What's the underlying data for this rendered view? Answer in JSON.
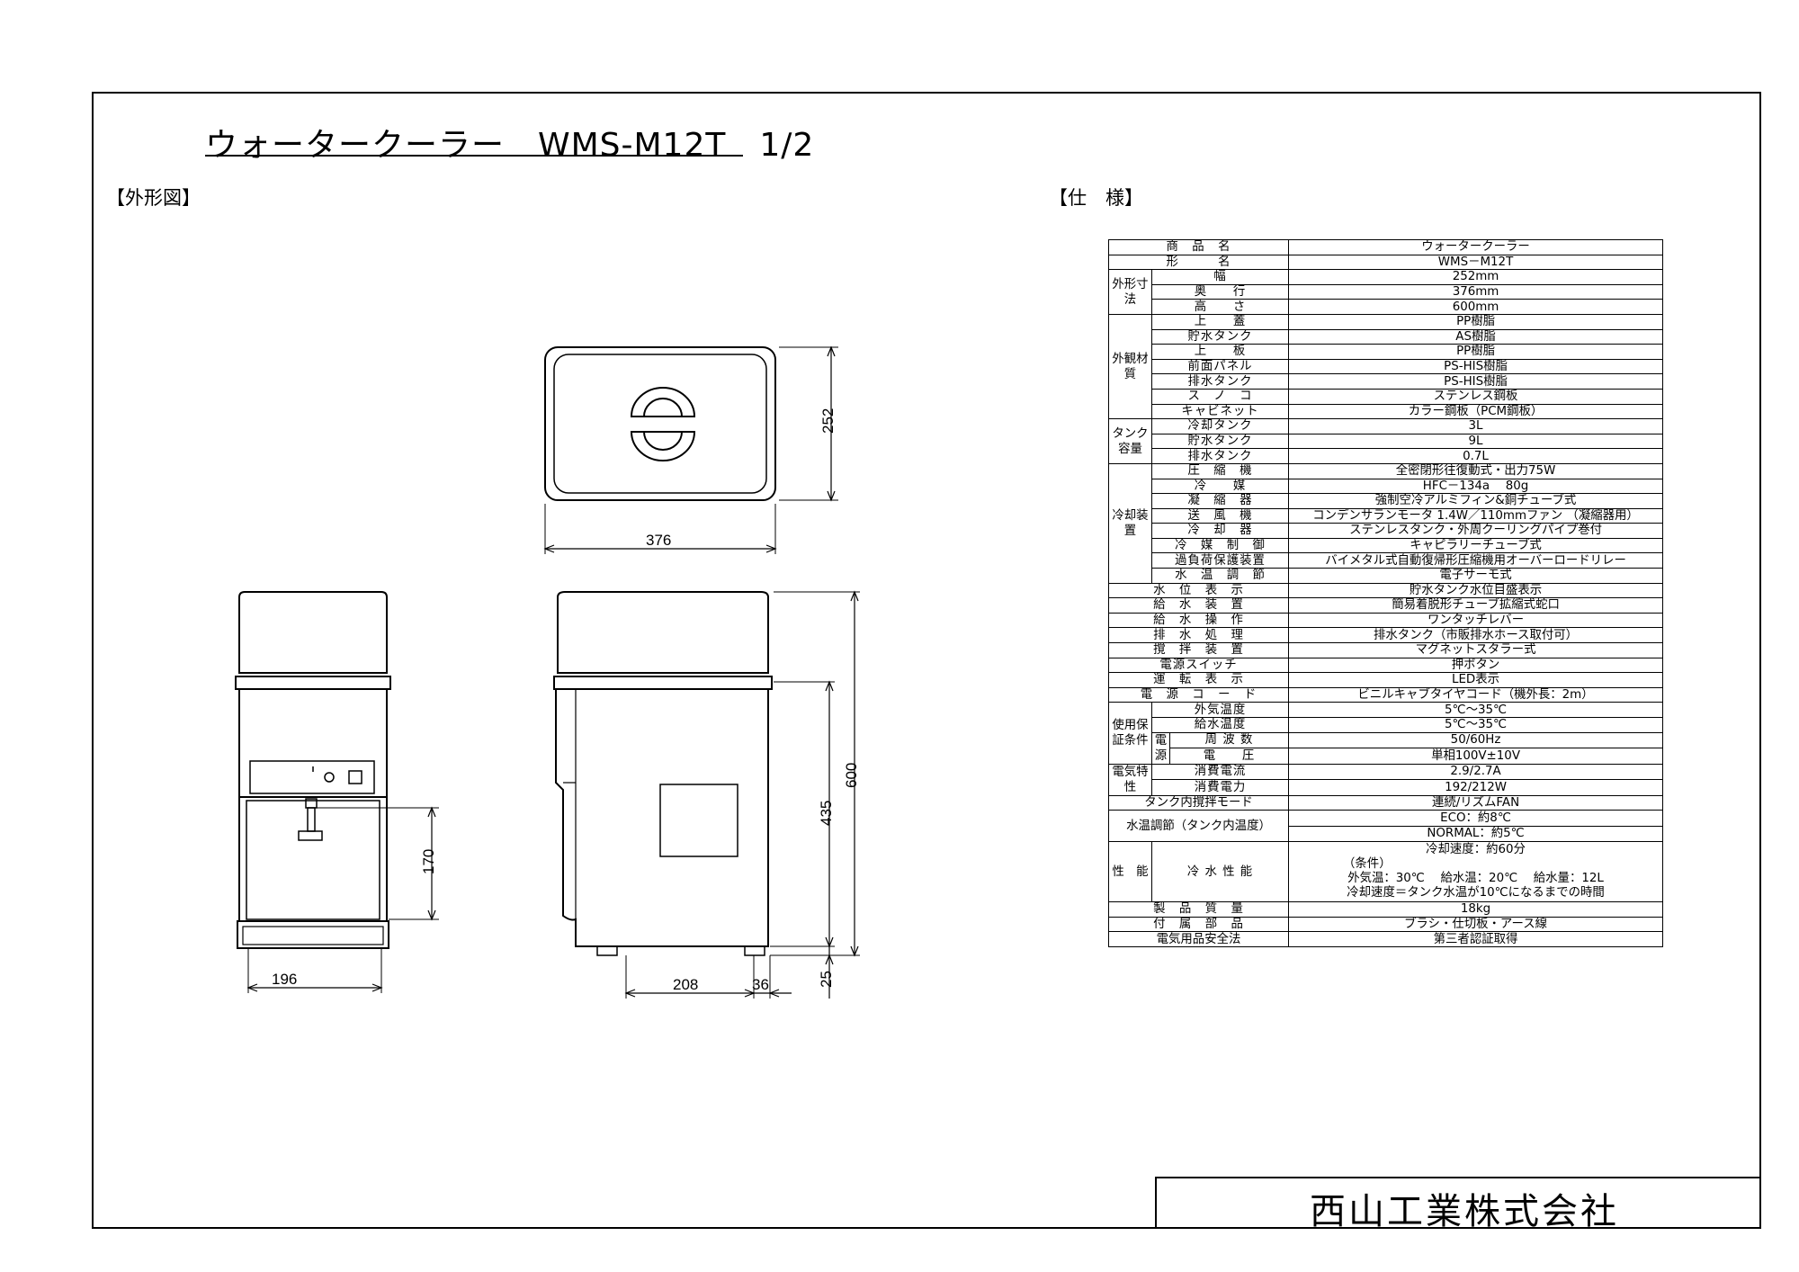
{
  "title": "ウォータークーラー　WMS-M12T　1/2",
  "sections": {
    "drawing": "【外形図】",
    "spec": "【仕　様】"
  },
  "dimensions": {
    "top_width": "376",
    "top_depth": "252",
    "front_width": "196",
    "front_spout": "170",
    "side_depth": "208",
    "side_offset": "36",
    "height_total": "600",
    "height_body": "435",
    "height_base": "25"
  },
  "spec": {
    "product_name": {
      "label": "商　品　名",
      "value": "ウォータークーラー"
    },
    "model": {
      "label": "形　　　名",
      "value": "WMS－M12T"
    },
    "size": {
      "group": "外形寸法",
      "rows": [
        {
          "label": "幅",
          "value": "252mm"
        },
        {
          "label": "奥　　行",
          "value": "376mm"
        },
        {
          "label": "高　　さ",
          "value": "600mm"
        }
      ]
    },
    "material": {
      "group": "外観材質",
      "rows": [
        {
          "label": "上　　蓋",
          "value": "PP樹脂"
        },
        {
          "label": "貯水タンク",
          "value": "AS樹脂"
        },
        {
          "label": "上　　板",
          "value": "PP樹脂"
        },
        {
          "label": "前面パネル",
          "value": "PS-HIS樹脂"
        },
        {
          "label": "排水タンク",
          "value": "PS-HIS樹脂"
        },
        {
          "label": "ス　ノ　コ",
          "value": "ステンレス鋼板"
        },
        {
          "label": "キャビネット",
          "value": "カラー鋼板（PCM鋼板）"
        }
      ]
    },
    "tank": {
      "group": "タンク容量",
      "rows": [
        {
          "label": "冷却タンク",
          "value": "3L"
        },
        {
          "label": "貯水タンク",
          "value": "9L"
        },
        {
          "label": "排水タンク",
          "value": "0.7L"
        }
      ]
    },
    "cooling": {
      "group": "冷却装置",
      "rows": [
        {
          "label": "圧　縮　機",
          "value": "全密閉形往復動式・出力75W"
        },
        {
          "label": "冷　　媒",
          "value": "HFC－134a　 80g"
        },
        {
          "label": "凝　縮　器",
          "value": "強制空冷アルミフィン&銅チューブ式"
        },
        {
          "label": "送　風　機",
          "value": "コンデンサランモータ 1.4W／110mmファン （凝縮器用）"
        },
        {
          "label": "冷　却　器",
          "value": "ステンレスタンク・外周クーリングパイプ巻付"
        },
        {
          "label": "冷　媒　制　御",
          "value": "キャピラリーチューブ式"
        },
        {
          "label": "過負荷保護装置",
          "value": "バイメタル式自動復帰形圧縮機用オーバーロードリレー"
        },
        {
          "label": "水　温　調　節",
          "value": "電子サーモ式"
        }
      ]
    },
    "misc": [
      {
        "label": "水　位　表　示",
        "value": "貯水タンク水位目盛表示"
      },
      {
        "label": "給　水　装　置",
        "value": "簡易着脱形チューブ拡縮式蛇口"
      },
      {
        "label": "給　水　操　作",
        "value": "ワンタッチレバー"
      },
      {
        "label": "排　水　処　理",
        "value": "排水タンク（市販排水ホース取付可）"
      },
      {
        "label": "撹　拌　装　置",
        "value": "マグネットスタラー式"
      },
      {
        "label": "電源スイッチ",
        "value": "押ボタン"
      },
      {
        "label": "運　転　表　示",
        "value": "LED表示"
      },
      {
        "label": "電　源　コ　ー　ド",
        "value": "ビニルキャブタイヤコード（機外長：2m）"
      }
    ],
    "usage": {
      "group": "使用保証条件",
      "outdoor": {
        "label": "外気温度",
        "value": "5℃～35℃"
      },
      "water": {
        "label": "給水温度",
        "value": "5℃～35℃"
      },
      "power_group": "電源",
      "freq": {
        "label": "周 波 数",
        "value": "50/60Hz"
      },
      "volt": {
        "label": "電　　圧",
        "value": "単相100V±10V"
      }
    },
    "electric": {
      "group": "電気特性",
      "rows": [
        {
          "label": "消費電流",
          "value": "2.9/2.7A"
        },
        {
          "label": "消費電力",
          "value": "192/212W"
        }
      ]
    },
    "stir_mode": {
      "label": "タンク内撹拌モード",
      "value": "連続/リズムFAN"
    },
    "temp_adjust": {
      "label": "水温調節（タンク内温度）",
      "value1": "ECO：約8℃",
      "value2": "NORMAL：約5℃"
    },
    "performance": {
      "group": "性　能",
      "label": "冷 水 性 能",
      "lines": [
        "冷却速度：約60分",
        "（条件）",
        "外気温：30℃　 給水温：20℃　 給水量：12L",
        "冷却速度＝タンク水温が10℃になるまでの時間"
      ]
    },
    "weight": {
      "label": "製　品　質　量",
      "value": "18kg"
    },
    "accessories": {
      "label": "付　属　部　品",
      "value": "ブラシ・仕切板・アース線"
    },
    "safety": {
      "label": "電気用品安全法",
      "value": "第三者認証取得"
    }
  },
  "company": "西山工業株式会社"
}
